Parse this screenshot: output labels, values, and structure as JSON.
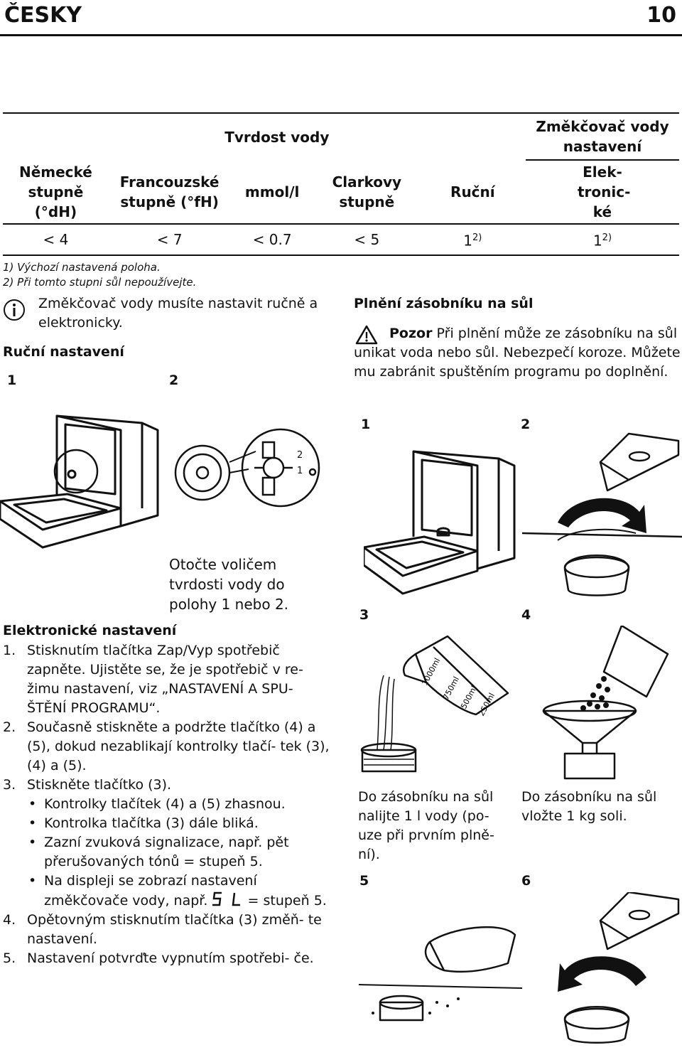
{
  "header": {
    "title": "ČESKY",
    "page": "10"
  },
  "table": {
    "group_hardness": "Tvrdost vody",
    "group_softener": "Změkčovač vody nastavení",
    "cols": [
      "Německé stupně (°dH)",
      "Francouzské stupně (°fH)",
      "mmol/l",
      "Clarkovy stupně",
      "Ruční",
      "Elek- tronic- ké"
    ],
    "row": [
      "< 4",
      "< 7",
      "< 0.7",
      "< 5",
      "1",
      "1"
    ],
    "row_sup": [
      "2)",
      "2)"
    ]
  },
  "footnotes": [
    "1) Výchozí nastavená poloha.",
    "2) Při tomto stupni sůl nepoužívejte."
  ],
  "info_note": "Změkčovač vody musíte nastavit ručně a elektronicky.",
  "manual": {
    "heading": "Ruční nastavení",
    "step1": "1",
    "step2": "2",
    "caption": "Otočte voličem tvrdosti vody do polohy 1 nebo 2.",
    "dial_marks": [
      "2",
      "1"
    ]
  },
  "electronic": {
    "heading": "Elektronické nastavení",
    "steps": [
      {
        "n": "1.",
        "text": "Stisknutím tlačítka Zap/Vyp spotřebič zapněte. Ujistěte se, že je spotřebič v re- žimu nastavení, viz „NASTAVENÍ A SPU- ŠTĚNÍ PROGRAMU“."
      },
      {
        "n": "2.",
        "text": "Současně stiskněte a podržte tlačítko (4) a (5), dokud nezablikají kontrolky tlačí- tek (3), (4) a (5)."
      },
      {
        "n": "3.",
        "text": "Stiskněte tlačítko (3)."
      }
    ],
    "bullets": [
      "Kontrolky tlačítek (4) a (5) zhasnou.",
      "Kontrolka tlačítka (3) dále bliká.",
      "Zazní zvuková signalizace, např. pět přerušovaných tónů = stupeň 5."
    ],
    "bullet4_pre": "Na displeji se zobrazí nastavení změkčovače vody, např.",
    "bullet4_post": "= stupeň 5.",
    "steps2": [
      {
        "n": "4.",
        "text": "Opětovným stisknutím tlačítka (3) změň- te nastavení."
      },
      {
        "n": "5.",
        "text": "Nastavení potvrďte vypnutím spotřebi- če."
      }
    ]
  },
  "salt": {
    "heading": "Plnění zásobníku na sůl",
    "warn_bold": "Pozor",
    "warn_text": "Při plnění může ze zásobníku na sůl unikat voda nebo sůl. Nebezpečí koroze. Můžete mu zabránit spuštěním programu po doplnění.",
    "labels": [
      "1",
      "2",
      "3",
      "4",
      "5",
      "6"
    ],
    "caption3": "Do zásobníku na sůl nalijte 1 l vody (po- uze při prvním plně- ní).",
    "caption4": "Do zásobníku na sůl vložte 1 kg soli.",
    "jug_marks": [
      "1000ml",
      "750ml",
      "500ml",
      "250ml"
    ]
  }
}
